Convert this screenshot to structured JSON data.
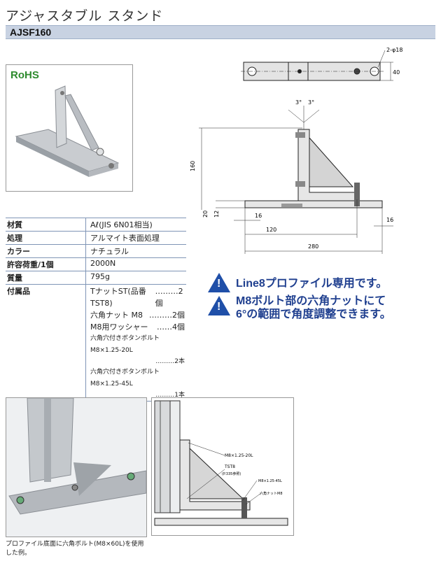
{
  "header": {
    "title": "アジャスタブル スタンド",
    "model": "AJSF160"
  },
  "badge": {
    "rohs": "RoHS"
  },
  "spec": {
    "rows": [
      {
        "key": "材質",
        "value": "Aℓ(JIS 6N01相当)"
      },
      {
        "key": "処理",
        "value": "アルマイト表面処理"
      },
      {
        "key": "カラー",
        "value": "ナチュラル"
      },
      {
        "key": "許容荷重/1個",
        "value": "2000N"
      },
      {
        "key": "質量",
        "value": "795g"
      }
    ],
    "acc_key": "付属品",
    "accessories": [
      {
        "name": "TナットST(品番TST8)",
        "qty": "………2個"
      },
      {
        "name": "六角ナット M8",
        "qty": "………2個"
      },
      {
        "name": "M8用ワッシャー",
        "qty": "……4個"
      },
      {
        "name": "六角穴付きボタンボルト M8×1.25-20L",
        "qty": "………2本"
      },
      {
        "name": "六角穴付きボタンボルト M8×1.25-45L",
        "qty": "………1本"
      }
    ]
  },
  "drawing": {
    "hole": "2-φ18",
    "width_40": "40",
    "angle_l": "3°",
    "angle_r": "3°",
    "h160": "160",
    "d20": "20",
    "d12": "12",
    "d16a": "16",
    "d16b": "16",
    "d120": "120",
    "d280": "280"
  },
  "notes": {
    "line1": "Line8プロファイル専用です。",
    "line2": "M8ボルト部の六角ナットにて",
    "line3": "6°の範囲で角度調整できます。"
  },
  "detail": {
    "bolt20": "M8×1.25-20L",
    "tst8": "TST8",
    "tst8_ref": "(P.335参照)",
    "bolt45": "M8×1.25-45L",
    "hexnut": "六角ナットM8"
  },
  "caption": "プロファイル底面に六角ボルト(M8×60L)を使用した例。"
}
